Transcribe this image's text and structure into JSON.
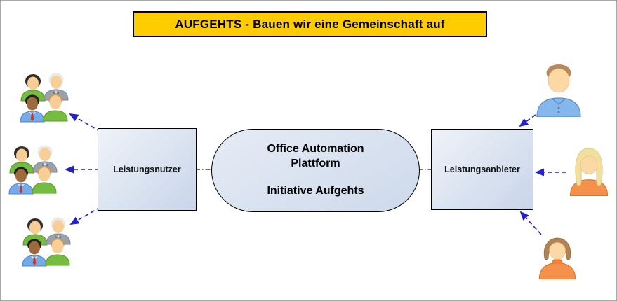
{
  "banner": {
    "text": "AUFGEHTS - Bauen wir eine Gemeinschaft auf",
    "bg_color": "#FFCC00",
    "text_color": "#000000"
  },
  "platform_node": {
    "line1": "Office Automation",
    "line2": "Plattform",
    "line3": "Initiative Aufgehts"
  },
  "consumer_node": {
    "label": "Leistungsnutzer"
  },
  "provider_node": {
    "label": "Leistungsanbieter"
  },
  "icons": {
    "user_groups": [
      {
        "name": "user-group-top",
        "description": "group of four people"
      },
      {
        "name": "user-group-middle",
        "description": "group of four people"
      },
      {
        "name": "user-group-bottom",
        "description": "group of four people"
      }
    ],
    "providers": [
      {
        "name": "provider-man-blue-shirt",
        "description": "man, brown hair, blue shirt"
      },
      {
        "name": "provider-woman-blonde-orange-shirt",
        "description": "woman, long blonde hair, orange shirt"
      },
      {
        "name": "provider-woman-bob-orange-shirt",
        "description": "woman, brown bob hair, orange shirt"
      }
    ]
  },
  "edges": [
    {
      "from": "Leistungsnutzer",
      "to": "user-group-top",
      "style": "blue-dashed-arrow"
    },
    {
      "from": "Leistungsnutzer",
      "to": "user-group-middle",
      "style": "blue-dashed-arrow"
    },
    {
      "from": "Leistungsnutzer",
      "to": "user-group-bottom",
      "style": "blue-dashed-arrow"
    },
    {
      "from": "provider-man-blue-shirt",
      "to": "Leistungsanbieter",
      "style": "blue-dashed-arrow"
    },
    {
      "from": "provider-woman-blonde-orange-shirt",
      "to": "Leistungsanbieter",
      "style": "blue-dashed-arrow"
    },
    {
      "from": "provider-woman-bob-orange-shirt",
      "to": "Leistungsanbieter",
      "style": "blue-dashed-arrow"
    },
    {
      "from": "Leistungsnutzer",
      "to": "Office Automation Plattform",
      "style": "black-dash-dot"
    },
    {
      "from": "Office Automation Plattform",
      "to": "Leistungsanbieter",
      "style": "black-dash-dot"
    }
  ],
  "colors": {
    "banner_bg": "#FFCC00",
    "node_fill_light": "#EFF3F9",
    "node_fill_dark": "#C8D5E9",
    "arrow_blue": "#2121CC",
    "connector_black": "#1A1A1A"
  }
}
